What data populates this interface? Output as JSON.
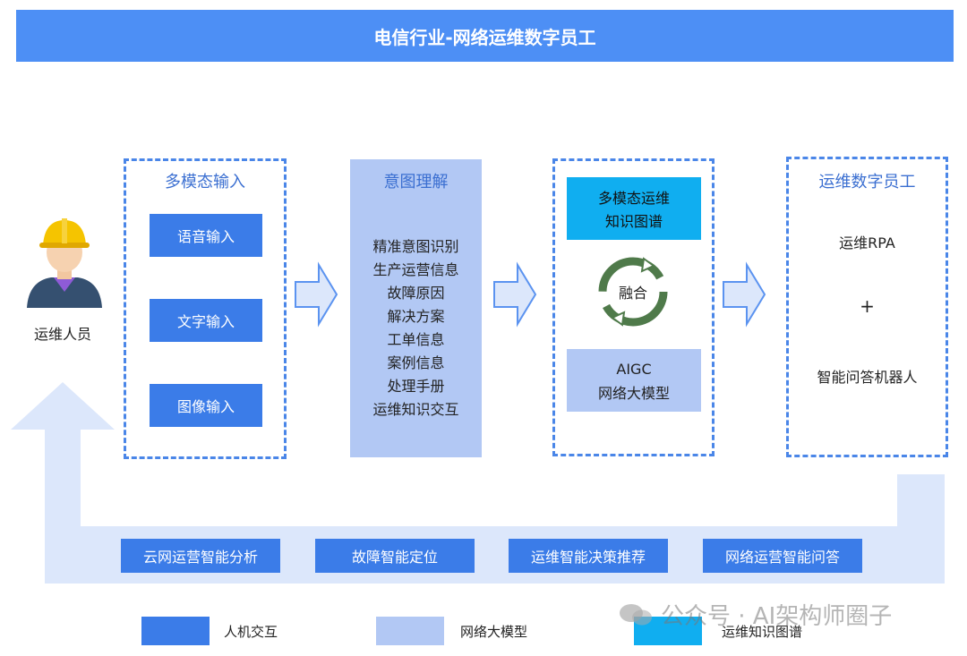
{
  "title": "电信行业-网络运维数字员工",
  "person": {
    "label": "运维人员"
  },
  "input_box": {
    "title": "多模态输入",
    "items": [
      "语音输入",
      "文字输入",
      "图像输入"
    ]
  },
  "intent_box": {
    "title": "意图理解",
    "items": [
      "精准意图识别",
      "生产运营信息",
      "故障原因",
      "解决方案",
      "工单信息",
      "案例信息",
      "处理手册",
      "运维知识交互"
    ]
  },
  "fusion_box": {
    "kg_line1": "多模态运维",
    "kg_line2": "知识图谱",
    "cycle_label": "融合",
    "llm_line1": "AIGC",
    "llm_line2": "网络大模型"
  },
  "output_box": {
    "title": "运维数字员工",
    "rpa": "运维RPA",
    "plus": "+",
    "bot": "智能问答机器人"
  },
  "bottom_buttons": [
    "云网运营智能分析",
    "故障智能定位",
    "运维智能决策推荐",
    "网络运营智能问答"
  ],
  "legend": [
    {
      "label": "人机交互",
      "color": "#3b7ce8"
    },
    {
      "label": "网络大模型",
      "color": "#b2c8f4"
    },
    {
      "label": "运维知识图谱",
      "color": "#10aef0"
    }
  ],
  "watermark": "公众号 · AI架构师圈子"
}
